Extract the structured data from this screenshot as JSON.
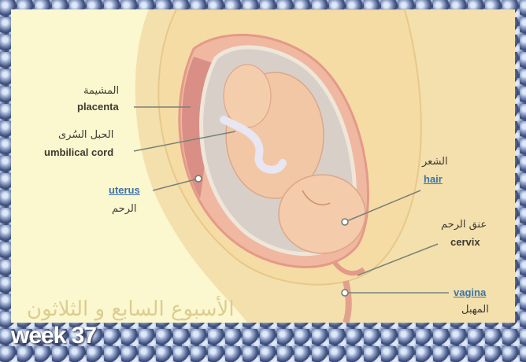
{
  "labels": {
    "placenta_ar": "المشيمة",
    "placenta_en": "placenta",
    "cord_ar": "الحبل السُرى",
    "cord_en": "umbilical cord",
    "uterus_en": "uterus",
    "uterus_ar": "الرحم",
    "hair_ar": "الشعر",
    "hair_en": "hair",
    "cervix_ar": "عنق الرحم",
    "cervix_en": "cervix",
    "vagina_en": "vagina",
    "vagina_ar": "المهبل"
  },
  "title_ar": "الأسبوع السابع و الثلاثون",
  "week_label": "week 37"
}
